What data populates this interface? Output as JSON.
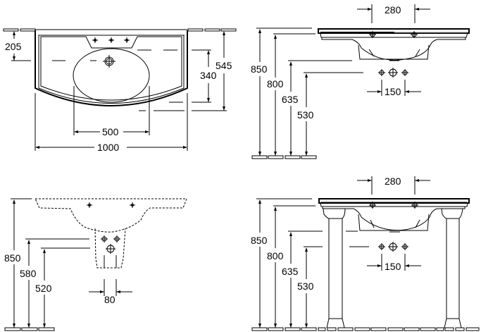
{
  "drawing": {
    "type": "technical-dimension-drawing",
    "units": "mm",
    "line_color": "#000000",
    "background": "#ffffff"
  },
  "views": {
    "top_view": {
      "dims": {
        "back_to_tap": "205",
        "bowl_depth": "340",
        "total_depth": "545",
        "bowl_width": "500",
        "total_width": "1000"
      }
    },
    "side_view_wall": {
      "dims": {
        "tap_spacing": "280",
        "height_top": "850",
        "height_rim": "800",
        "height_bowl_bottom": "635",
        "height_outlets": "530",
        "outlet_spacing": "150"
      }
    },
    "side_view_pedestal": {
      "dims": {
        "height_top": "850",
        "height_upper_outlets": "580",
        "height_lower_outlet": "520",
        "outlet_spacing": "80"
      }
    },
    "side_view_legs": {
      "dims": {
        "tap_spacing": "280",
        "height_top": "850",
        "height_rim": "800",
        "height_bowl_bottom": "635",
        "height_outlets": "530",
        "outlet_spacing": "150"
      }
    }
  }
}
